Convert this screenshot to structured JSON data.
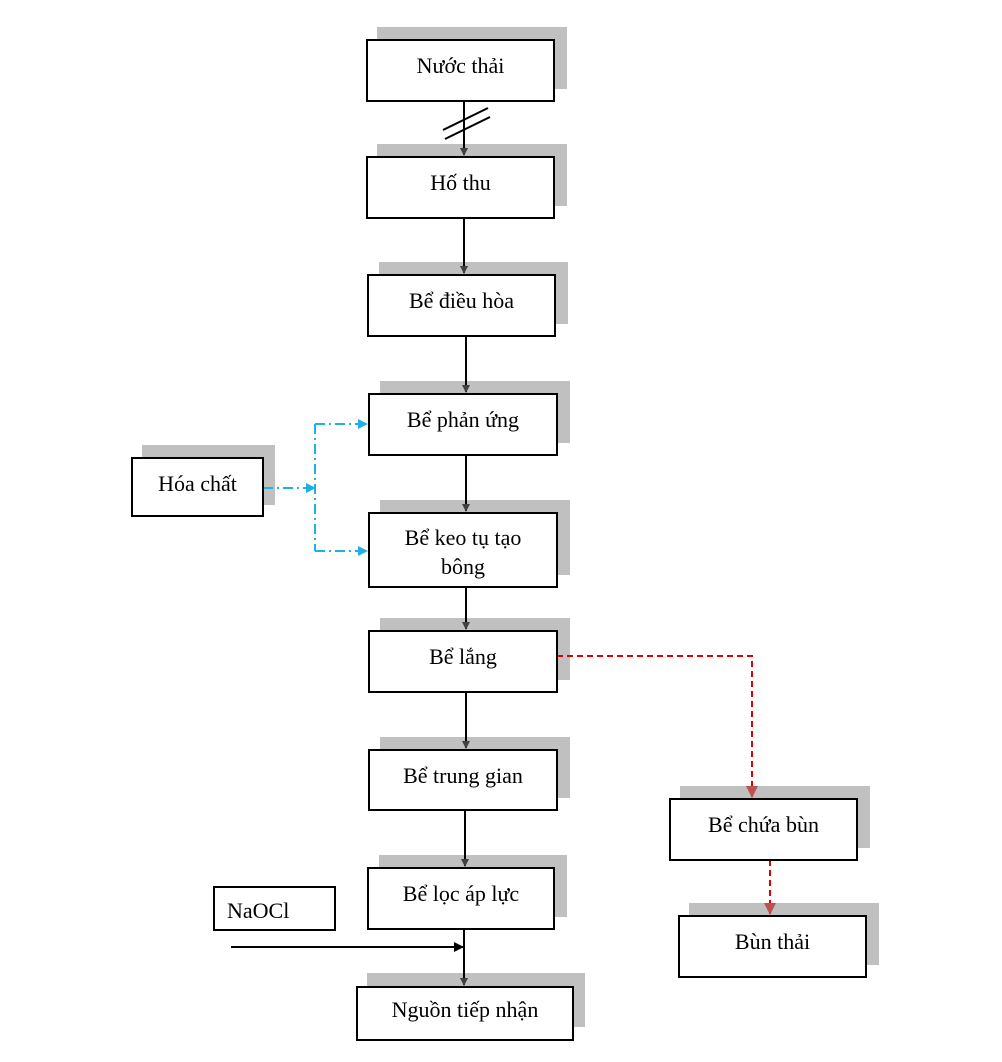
{
  "diagram": {
    "nodes": {
      "nuoc_thai": "Nước thải",
      "ho_thu": "Hố thu",
      "be_dieu_hoa": "Bể điều hòa",
      "be_phan_ung": "Bể phản ứng",
      "hoa_chat": "Hóa chất",
      "be_keo_tu_line1": "Bể keo tụ tạo",
      "be_keo_tu_line2": "bông",
      "be_lang": "Bể lắng",
      "be_trung_gian": "Bể trung gian",
      "be_loc_ap_luc": "Bể lọc áp lực",
      "naocl": "NaOCl",
      "nguon_tiep_nhan": "Nguồn tiếp nhận",
      "be_chua_bun": "Bể chứa bùn",
      "bun_thai": "Bùn thải"
    },
    "colors": {
      "main_flow": "#404040",
      "chemical_flow": "#1fb0e8",
      "sludge_flow": "#e00000",
      "sludge_arrowhead": "#c0504d",
      "shadow": "#c0c0c0"
    }
  }
}
